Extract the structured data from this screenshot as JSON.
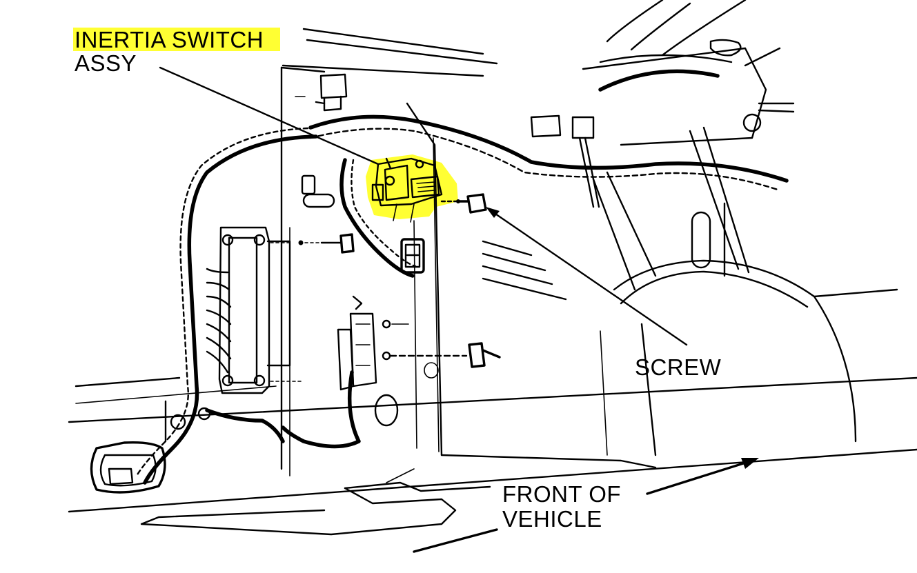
{
  "labels": {
    "inertia_switch_line1": "INERTIA SWITCH",
    "inertia_switch_line2": "ASSY",
    "screw": "SCREW",
    "front_line1": "FRONT OF",
    "front_line2": "VEHICLE"
  },
  "colors": {
    "highlight": "#ffff33",
    "ink": "#000000",
    "background": "#ffffff"
  }
}
